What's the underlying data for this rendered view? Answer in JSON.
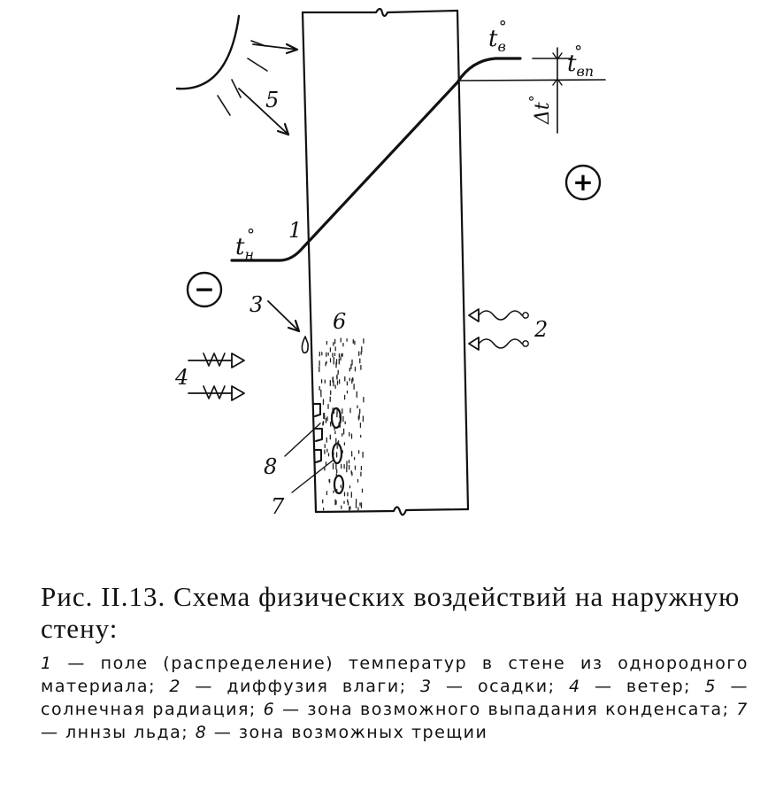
{
  "diagram": {
    "labels": {
      "t_in": "t",
      "t_in_sub": "в",
      "t_in_surface": "t",
      "t_in_surface_sub": "вп",
      "delta_t": "Δt",
      "t_out": "t",
      "t_out_sub": "н",
      "deg": "°",
      "plus": "+",
      "minus": "−",
      "n1": "1",
      "n2": "2",
      "n3": "3",
      "n4": "4",
      "n5": "5",
      "n6": "6",
      "n7": "7",
      "n8": "8"
    }
  },
  "caption": {
    "title": "Рис. II.13. Схема физических воздействий на наружную стену:",
    "items": [
      {
        "num": "1",
        "text": " — поле (распределение) температур в стене из однородного материала; "
      },
      {
        "num": "2",
        "text": " — диффузия влаги; "
      },
      {
        "num": "3",
        "text": " — осадки; "
      },
      {
        "num": "4",
        "text": " — ветер; "
      },
      {
        "num": "5",
        "text": " — солнечная радиация; "
      },
      {
        "num": "6",
        "text": " — зона возможного выпадания конденсата; "
      },
      {
        "num": "7",
        "text": " — лннзы льда; "
      },
      {
        "num": "8",
        "text": " — зона возможных трещии"
      }
    ]
  }
}
